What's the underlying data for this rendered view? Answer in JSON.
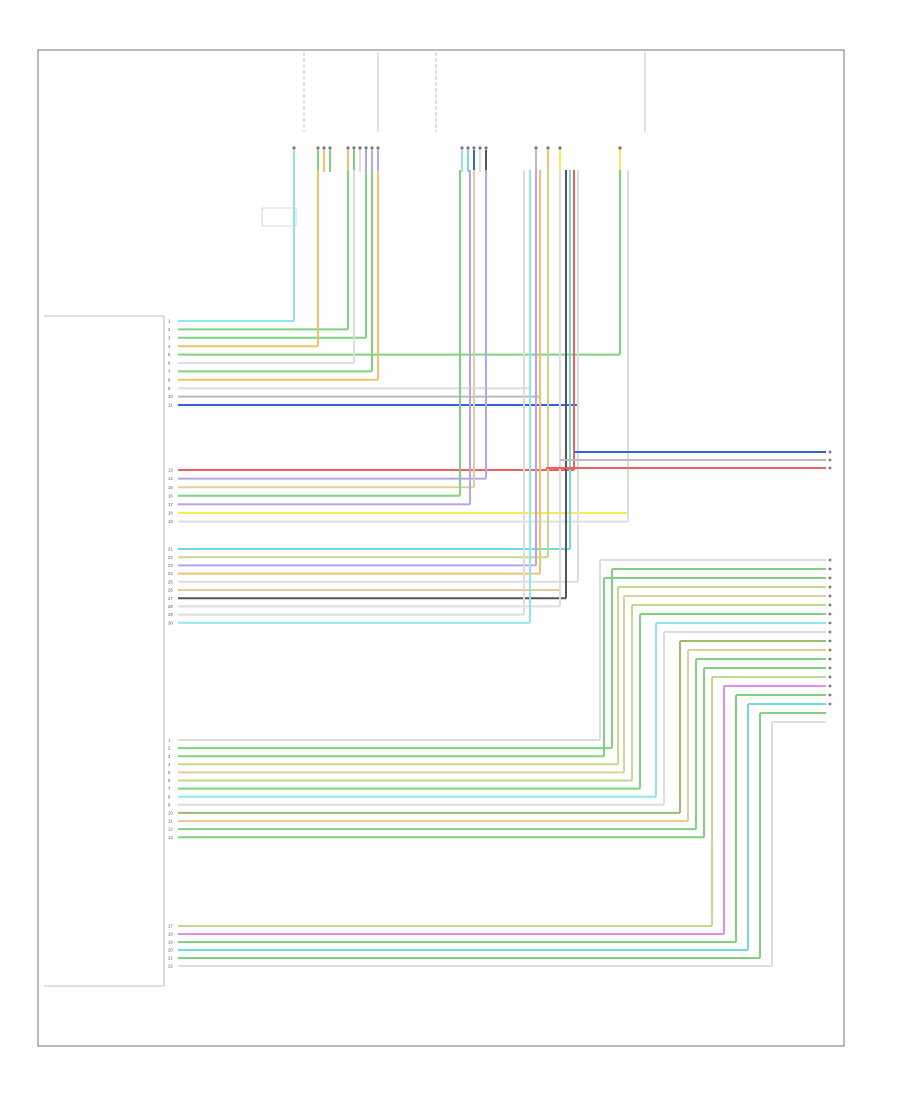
{
  "figure_label": "",
  "legend": [
    "",
    ""
  ],
  "colors": {
    "frame": "#777777",
    "pin_text": "#666666",
    "wire": {
      "lt_blue": "#8fe6ee",
      "green": "#7fd27f",
      "yellow_green": "#c5d98a",
      "orange": "#f5c06b",
      "violet": "#b7a5e8",
      "gray": "#bbbbbb",
      "blue": "#3a5fd9",
      "red": "#f06060",
      "yellow": "#f6ea55",
      "pink": "#e68be6",
      "dark_gray": "#555555",
      "light_gray": "#dddddd",
      "tan": "#e0cf9a",
      "olive": "#9fba6b",
      "cyan": "#6fdcd7"
    }
  },
  "module": {
    "rows_group1": [
      {
        "pin": "1",
        "label": "",
        "wire": "",
        "color": "lt_blue"
      },
      {
        "pin": "2",
        "label": "",
        "wire": "",
        "color": "green"
      },
      {
        "pin": "3",
        "label": "",
        "wire": "",
        "color": "green"
      },
      {
        "pin": "4",
        "label": "",
        "wire": "",
        "color": "orange"
      },
      {
        "pin": "5",
        "label": "",
        "wire": "",
        "color": "green"
      },
      {
        "pin": "6",
        "label": "",
        "wire": "",
        "color": "light_gray"
      },
      {
        "pin": "7",
        "label": "",
        "wire": "",
        "color": "green"
      },
      {
        "pin": "8",
        "label": "",
        "wire": "",
        "color": "orange"
      },
      {
        "pin": "9",
        "label": "",
        "wire": "",
        "color": "light_gray"
      },
      {
        "pin": "10",
        "label": "",
        "wire": "",
        "color": "gray"
      },
      {
        "pin": "11",
        "label": "",
        "wire": "",
        "color": "blue"
      }
    ],
    "rows_group2": [
      {
        "pin": "13",
        "label": "",
        "wire": "",
        "color": "red"
      },
      {
        "pin": "14",
        "label": "",
        "wire": "",
        "color": "violet"
      },
      {
        "pin": "15",
        "label": "",
        "wire": "",
        "color": "tan"
      },
      {
        "pin": "16",
        "label": "",
        "wire": "",
        "color": "green"
      },
      {
        "pin": "17",
        "label": "",
        "wire": "",
        "color": "violet"
      },
      {
        "pin": "18",
        "label": "",
        "wire": "",
        "color": "yellow"
      },
      {
        "pin": "19",
        "label": "",
        "wire": "",
        "color": "light_gray"
      }
    ],
    "rows_group3": [
      {
        "pin": "21",
        "label": "",
        "wire": "",
        "color": "cyan"
      },
      {
        "pin": "22",
        "label": "",
        "wire": "",
        "color": "yellow_green"
      },
      {
        "pin": "23",
        "label": "",
        "wire": "",
        "color": "violet"
      },
      {
        "pin": "24",
        "label": "",
        "wire": "",
        "color": "orange"
      },
      {
        "pin": "25",
        "label": "",
        "wire": "",
        "color": "light_gray"
      },
      {
        "pin": "26",
        "label": "",
        "wire": "",
        "color": "tan"
      },
      {
        "pin": "27",
        "label": "",
        "wire": "",
        "color": "dark_gray"
      },
      {
        "pin": "28",
        "label": "",
        "wire": "",
        "color": "light_gray"
      },
      {
        "pin": "29",
        "label": "",
        "wire": "",
        "color": "light_gray"
      },
      {
        "pin": "30",
        "label": "",
        "wire": "",
        "color": "lt_blue"
      }
    ],
    "rows_group4": [
      {
        "pin": "1",
        "label": "",
        "wire": "",
        "color": "light_gray"
      },
      {
        "pin": "2",
        "label": "",
        "wire": "",
        "color": "green"
      },
      {
        "pin": "3",
        "label": "",
        "wire": "",
        "color": "green"
      },
      {
        "pin": "4",
        "label": "",
        "wire": "",
        "color": "yellow_green"
      },
      {
        "pin": "5",
        "label": "",
        "wire": "",
        "color": "tan"
      },
      {
        "pin": "6",
        "label": "",
        "wire": "",
        "color": "yellow_green"
      },
      {
        "pin": "7",
        "label": "",
        "wire": "",
        "color": "green"
      },
      {
        "pin": "8",
        "label": "",
        "wire": "",
        "color": "lt_blue"
      },
      {
        "pin": "9",
        "label": "",
        "wire": "",
        "color": "light_gray"
      },
      {
        "pin": "10",
        "label": "",
        "wire": "",
        "color": "olive"
      },
      {
        "pin": "11",
        "label": "",
        "wire": "",
        "color": "tan"
      },
      {
        "pin": "12",
        "label": "",
        "wire": "",
        "color": "green"
      },
      {
        "pin": "13",
        "label": "",
        "wire": "",
        "color": "green"
      }
    ],
    "rows_group5": [
      {
        "pin": "17",
        "label": "",
        "wire": "",
        "color": "yellow_green"
      },
      {
        "pin": "18",
        "label": "",
        "wire": "",
        "color": "pink"
      },
      {
        "pin": "19",
        "label": "",
        "wire": "",
        "color": "green"
      },
      {
        "pin": "20",
        "label": "",
        "wire": "",
        "color": "cyan"
      },
      {
        "pin": "21",
        "label": "",
        "wire": "",
        "color": "green"
      },
      {
        "pin": "22",
        "label": "",
        "wire": "",
        "color": "light_gray"
      }
    ]
  },
  "right_connectors": [
    {
      "label": "",
      "color": "blue"
    },
    {
      "label": "",
      "color": "gray"
    },
    {
      "label": "",
      "color": "red"
    },
    {
      "label": "",
      "color": "yellow_green"
    },
    {
      "label": "",
      "color": "tan"
    },
    {
      "label": "",
      "color": "lt_blue"
    },
    {
      "label": "",
      "color": "light_gray"
    },
    {
      "label": "",
      "color": "light_gray"
    },
    {
      "label": "",
      "color": "green"
    },
    {
      "label": "",
      "color": "light_gray"
    },
    {
      "label": "",
      "color": "olive"
    },
    {
      "label": "",
      "color": "tan"
    },
    {
      "label": "",
      "color": "green"
    },
    {
      "label": "",
      "color": "olive"
    },
    {
      "label": "",
      "color": "green"
    },
    {
      "label": "",
      "color": "green"
    },
    {
      "label": "",
      "color": "pink"
    },
    {
      "label": "",
      "color": "light_gray"
    },
    {
      "label": "",
      "color": "cyan"
    },
    {
      "label": "",
      "color": "green"
    }
  ],
  "top_connectors": [
    {
      "label": "",
      "color": "lt_blue"
    },
    {
      "label": "",
      "color": "green"
    },
    {
      "label": "",
      "color": "orange"
    },
    {
      "label": "",
      "color": "green"
    },
    {
      "label": "",
      "color": "orange"
    },
    {
      "label": "",
      "color": "green"
    },
    {
      "label": "",
      "color": "light_gray"
    },
    {
      "label": "",
      "color": "violet"
    },
    {
      "label": "",
      "color": "violet"
    },
    {
      "label": "",
      "color": "violet"
    },
    {
      "label": "",
      "color": "blue"
    },
    {
      "label": "",
      "color": "lt_blue"
    },
    {
      "label": "",
      "color": "cyan"
    },
    {
      "label": "",
      "color": "light_gray"
    },
    {
      "label": "",
      "color": "dark_gray"
    },
    {
      "label": "",
      "color": "gray"
    },
    {
      "label": "",
      "color": "orange"
    },
    {
      "label": "",
      "color": "yellow"
    },
    {
      "label": "",
      "color": "yellow"
    }
  ]
}
